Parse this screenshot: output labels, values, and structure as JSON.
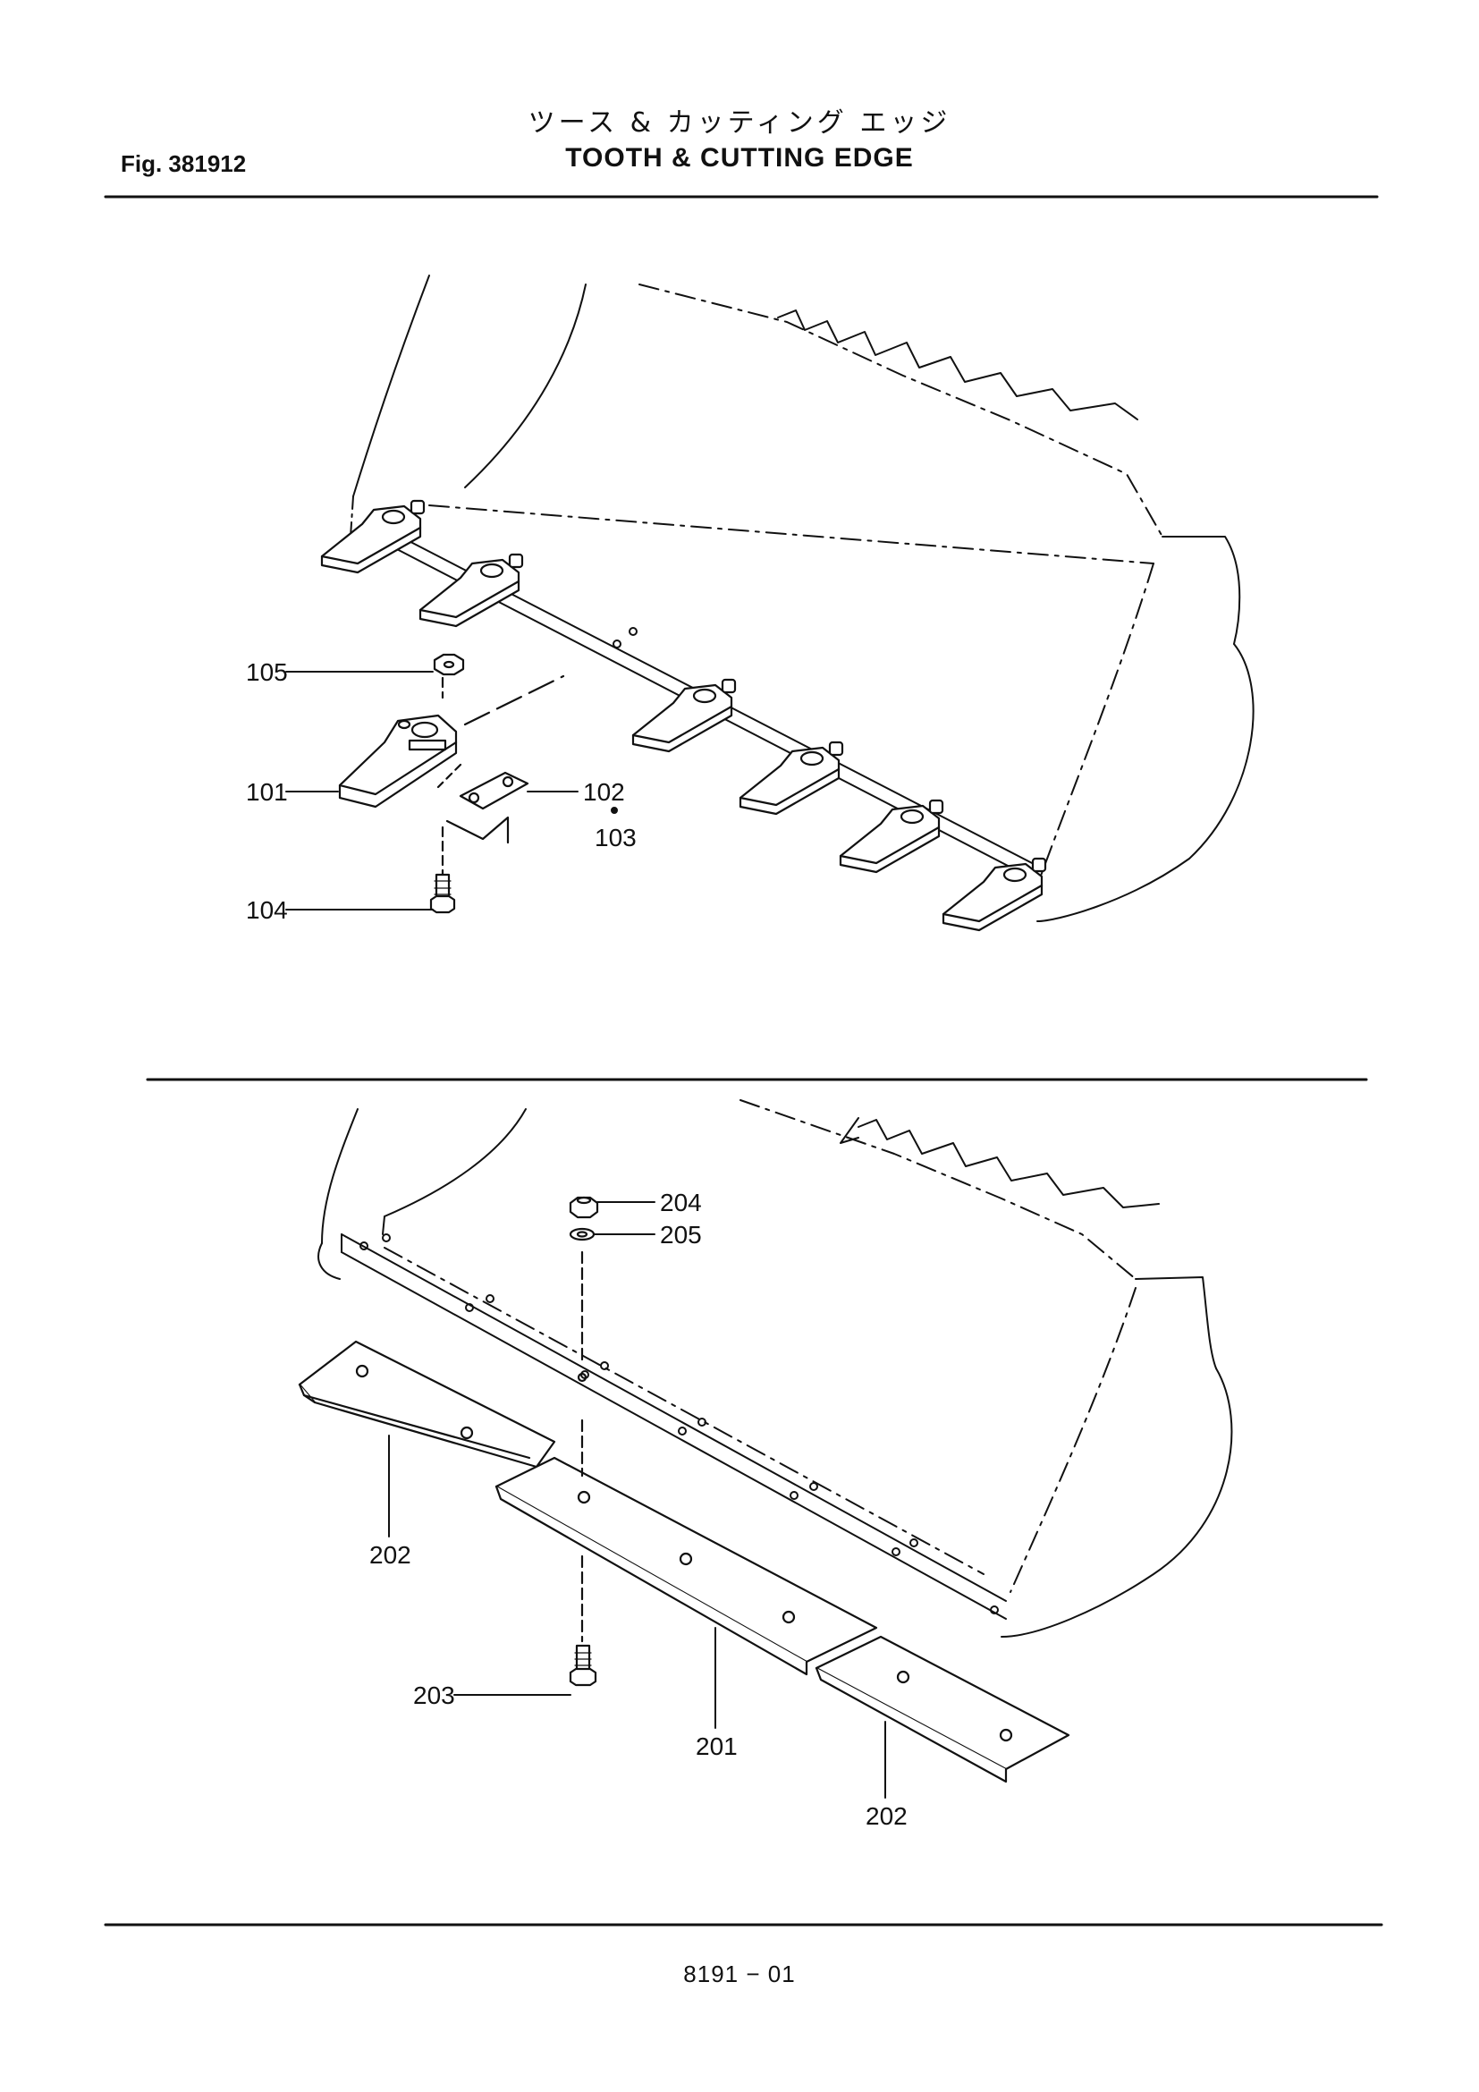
{
  "header": {
    "title_jp": "ツース & カッティング エッジ",
    "title_en": "TOOTH & CUTTING EDGE",
    "fig_label": "Fig. 381912"
  },
  "footer": {
    "page_number": "8191 − 01"
  },
  "upper_view": {
    "callouts": {
      "p105": "105",
      "p101": "101",
      "p102": "102",
      "p103": "103",
      "p104": "104"
    }
  },
  "lower_view": {
    "callouts": {
      "p204": "204",
      "p205": "205",
      "p202a": "202",
      "p203": "203",
      "p201": "201",
      "p202b": "202"
    }
  }
}
